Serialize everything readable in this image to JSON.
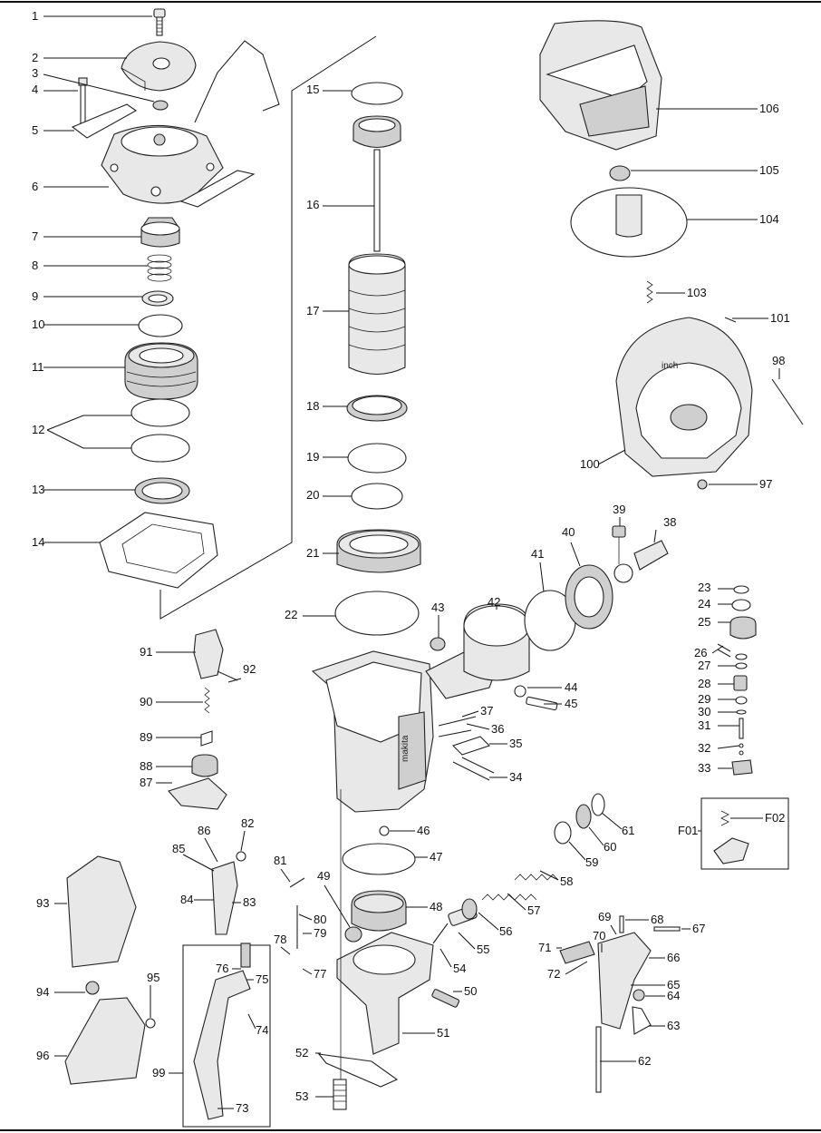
{
  "callouts": [
    {
      "id": "1",
      "label": "1"
    },
    {
      "id": "2",
      "label": "2"
    },
    {
      "id": "3",
      "label": "3"
    },
    {
      "id": "4",
      "label": "4"
    },
    {
      "id": "5",
      "label": "5"
    },
    {
      "id": "6",
      "label": "6"
    },
    {
      "id": "7",
      "label": "7"
    },
    {
      "id": "8",
      "label": "8"
    },
    {
      "id": "9",
      "label": "9"
    },
    {
      "id": "10",
      "label": "10"
    },
    {
      "id": "11",
      "label": "11"
    },
    {
      "id": "12",
      "label": "12"
    },
    {
      "id": "13",
      "label": "13"
    },
    {
      "id": "14",
      "label": "14"
    },
    {
      "id": "15",
      "label": "15"
    },
    {
      "id": "16",
      "label": "16"
    },
    {
      "id": "17",
      "label": "17"
    },
    {
      "id": "18",
      "label": "18"
    },
    {
      "id": "19",
      "label": "19"
    },
    {
      "id": "20",
      "label": "20"
    },
    {
      "id": "21",
      "label": "21"
    },
    {
      "id": "22",
      "label": "22"
    },
    {
      "id": "23",
      "label": "23"
    },
    {
      "id": "24",
      "label": "24"
    },
    {
      "id": "25",
      "label": "25"
    },
    {
      "id": "26",
      "label": "26"
    },
    {
      "id": "27",
      "label": "27"
    },
    {
      "id": "28",
      "label": "28"
    },
    {
      "id": "29",
      "label": "29"
    },
    {
      "id": "30",
      "label": "30"
    },
    {
      "id": "31",
      "label": "31"
    },
    {
      "id": "32",
      "label": "32"
    },
    {
      "id": "33",
      "label": "33"
    },
    {
      "id": "34",
      "label": "34"
    },
    {
      "id": "35",
      "label": "35"
    },
    {
      "id": "36",
      "label": "36"
    },
    {
      "id": "37",
      "label": "37"
    },
    {
      "id": "38",
      "label": "38"
    },
    {
      "id": "39",
      "label": "39"
    },
    {
      "id": "40",
      "label": "40"
    },
    {
      "id": "41",
      "label": "41"
    },
    {
      "id": "42",
      "label": "42"
    },
    {
      "id": "43",
      "label": "43"
    },
    {
      "id": "44",
      "label": "44"
    },
    {
      "id": "45",
      "label": "45"
    },
    {
      "id": "46",
      "label": "46"
    },
    {
      "id": "47",
      "label": "47"
    },
    {
      "id": "48",
      "label": "48"
    },
    {
      "id": "49",
      "label": "49"
    },
    {
      "id": "50",
      "label": "50"
    },
    {
      "id": "51",
      "label": "51"
    },
    {
      "id": "52",
      "label": "52"
    },
    {
      "id": "53",
      "label": "53"
    },
    {
      "id": "54",
      "label": "54"
    },
    {
      "id": "55",
      "label": "55"
    },
    {
      "id": "56",
      "label": "56"
    },
    {
      "id": "57",
      "label": "57"
    },
    {
      "id": "58",
      "label": "58"
    },
    {
      "id": "59",
      "label": "59"
    },
    {
      "id": "60",
      "label": "60"
    },
    {
      "id": "61",
      "label": "61"
    },
    {
      "id": "62",
      "label": "62"
    },
    {
      "id": "63",
      "label": "63"
    },
    {
      "id": "64",
      "label": "64"
    },
    {
      "id": "65",
      "label": "65"
    },
    {
      "id": "66",
      "label": "66"
    },
    {
      "id": "67",
      "label": "67"
    },
    {
      "id": "68",
      "label": "68"
    },
    {
      "id": "69",
      "label": "69"
    },
    {
      "id": "70",
      "label": "70"
    },
    {
      "id": "71",
      "label": "71"
    },
    {
      "id": "72",
      "label": "72"
    },
    {
      "id": "73",
      "label": "73"
    },
    {
      "id": "74",
      "label": "74"
    },
    {
      "id": "75",
      "label": "75"
    },
    {
      "id": "76",
      "label": "76"
    },
    {
      "id": "77",
      "label": "77"
    },
    {
      "id": "78",
      "label": "78"
    },
    {
      "id": "79",
      "label": "79"
    },
    {
      "id": "80",
      "label": "80"
    },
    {
      "id": "81",
      "label": "81"
    },
    {
      "id": "82",
      "label": "82"
    },
    {
      "id": "83",
      "label": "83"
    },
    {
      "id": "84",
      "label": "84"
    },
    {
      "id": "85",
      "label": "85"
    },
    {
      "id": "86",
      "label": "86"
    },
    {
      "id": "87",
      "label": "87"
    },
    {
      "id": "88",
      "label": "88"
    },
    {
      "id": "89",
      "label": "89"
    },
    {
      "id": "90",
      "label": "90"
    },
    {
      "id": "91",
      "label": "91"
    },
    {
      "id": "92",
      "label": "92"
    },
    {
      "id": "93",
      "label": "93"
    },
    {
      "id": "94",
      "label": "94"
    },
    {
      "id": "95",
      "label": "95"
    },
    {
      "id": "96",
      "label": "96"
    },
    {
      "id": "97",
      "label": "97"
    },
    {
      "id": "98",
      "label": "98"
    },
    {
      "id": "99",
      "label": "99"
    },
    {
      "id": "100",
      "label": "100"
    },
    {
      "id": "101",
      "label": "101"
    },
    {
      "id": "103",
      "label": "103"
    },
    {
      "id": "104",
      "label": "104"
    },
    {
      "id": "105",
      "label": "105"
    },
    {
      "id": "106",
      "label": "106"
    },
    {
      "id": "F01",
      "label": "F01"
    },
    {
      "id": "F02",
      "label": "F02"
    }
  ],
  "texts": {
    "magazine_scale": "inch",
    "brand_mark": "makita"
  }
}
